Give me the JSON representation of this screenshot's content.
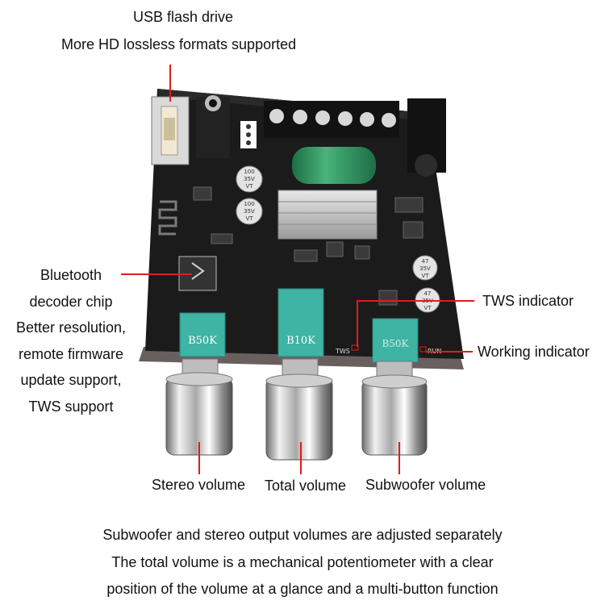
{
  "labels": {
    "usb_title": "USB flash drive",
    "usb_subtitle": "More HD lossless formats supported",
    "bluetooth_lines": [
      "Bluetooth",
      "decoder chip",
      "Better resolution,",
      "remote firmware",
      "update support,",
      "TWS support"
    ],
    "tws_indicator": "TWS indicator",
    "working_indicator": "Working indicator",
    "stereo_volume": "Stereo volume",
    "total_volume": "Total volume",
    "subwoofer_volume": "Subwoofer volume"
  },
  "board": {
    "pot_left": "B50K",
    "pot_center": "B10K",
    "pot_right": "B50K",
    "cap_top_left": [
      "100",
      "35V",
      "VT"
    ],
    "cap_mid_left": [
      "100",
      "35V",
      "VT"
    ],
    "cap_right_top": [
      "47",
      "35V",
      "VT"
    ],
    "cap_right_bottom": [
      "47",
      "35V",
      "VT"
    ],
    "tws_silk": "TWS",
    "run_silk": "RUN"
  },
  "captions": [
    "Subwoofer and stereo output volumes are adjusted separately",
    "The total volume is a mechanical potentiometer with a clear",
    "position of the volume at a glance and a multi-button function"
  ],
  "colors": {
    "pcb": "#1a1a1a",
    "accent_red": "#e21b1b",
    "pot_teal": "#3fb3a4",
    "cap_green": "#2e8b57"
  }
}
